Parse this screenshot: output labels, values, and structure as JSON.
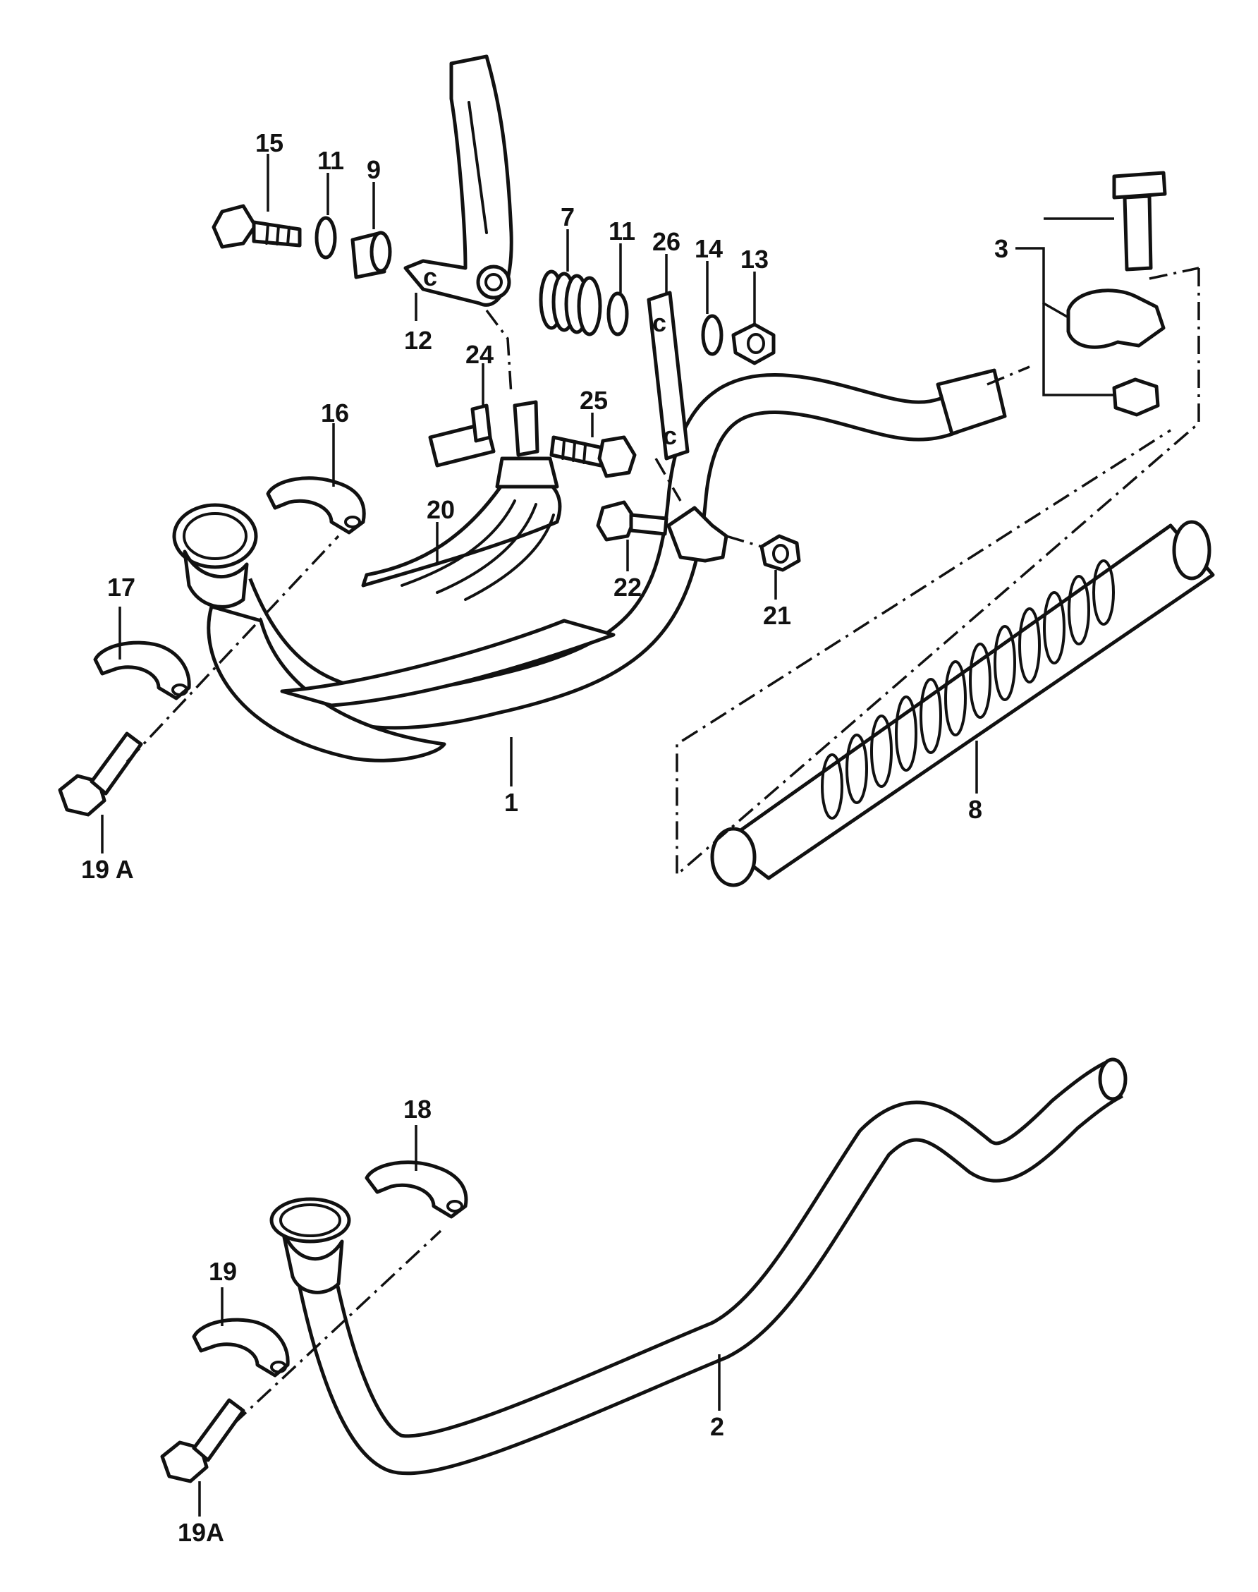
{
  "colors": {
    "ink": "#111111",
    "paper": "#ffffff"
  },
  "callouts": {
    "c1": "1",
    "c2": "2",
    "c3": "3",
    "c7": "7",
    "c8": "8",
    "c9": "9",
    "c11a": "11",
    "c11b": "11",
    "c12": "12",
    "c13": "13",
    "c14": "14",
    "c15": "15",
    "c16": "16",
    "c17": "17",
    "c18": "18",
    "c19": "19",
    "c19a_top": "19 A",
    "c19a_bottom": "19A",
    "c20": "20",
    "c21": "21",
    "c22": "22",
    "c24": "24",
    "c25": "25",
    "c26": "26"
  }
}
